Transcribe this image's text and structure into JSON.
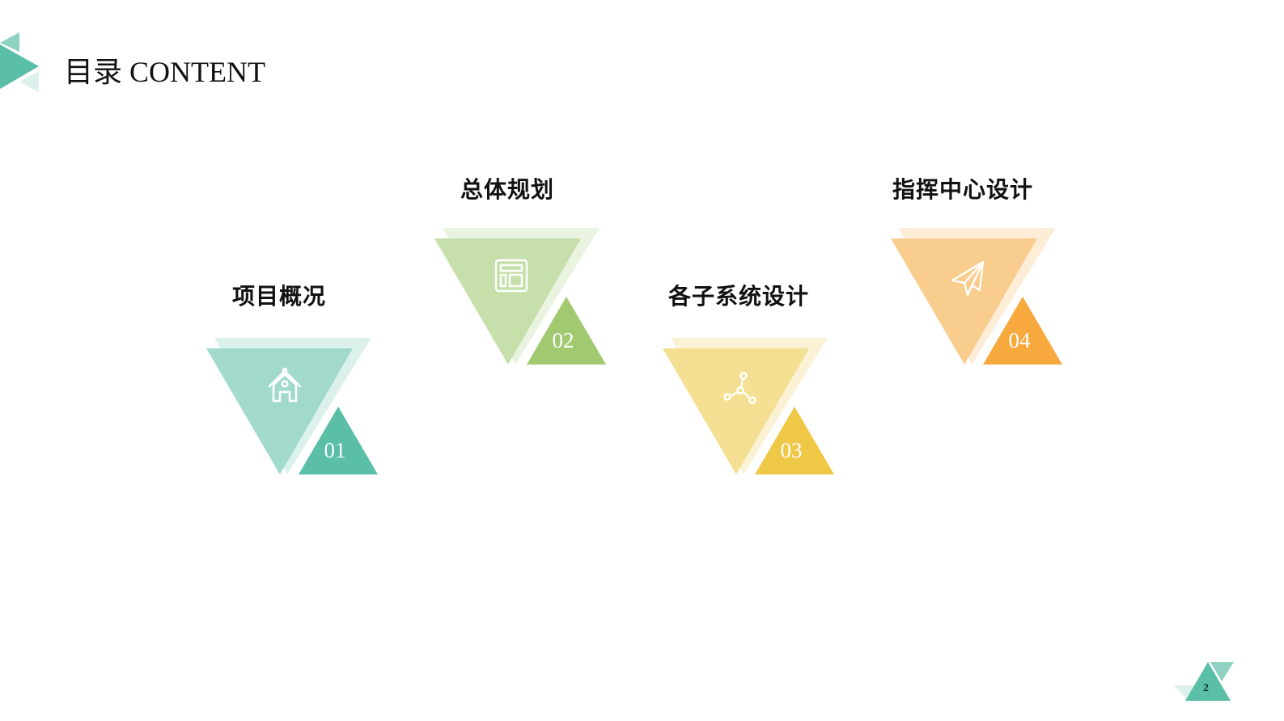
{
  "header": {
    "title": "目录 CONTENT",
    "accent_color": "#5bbfa8"
  },
  "sections": [
    {
      "index": "01",
      "title": "项目概况",
      "icon": "house-icon",
      "colors": {
        "back": "#dcf1ec",
        "front": "#9dd8cb",
        "solid": "#5bbfa8"
      }
    },
    {
      "index": "02",
      "title": "总体规划",
      "icon": "layout-icon",
      "colors": {
        "back": "#eaf3e0",
        "front": "#c7dfaa",
        "solid": "#a0c970"
      }
    },
    {
      "index": "03",
      "title": "各子系统设计",
      "icon": "nodes-icon",
      "colors": {
        "back": "#fbf2d6",
        "front": "#f4df92",
        "solid": "#f0c848"
      }
    },
    {
      "index": "04",
      "title": "指挥中心设计",
      "icon": "paper-plane-icon",
      "colors": {
        "back": "#fdecd6",
        "front": "#f9cd8e",
        "solid": "#f7a93e"
      }
    }
  ],
  "footer": {
    "page_number": "2"
  }
}
